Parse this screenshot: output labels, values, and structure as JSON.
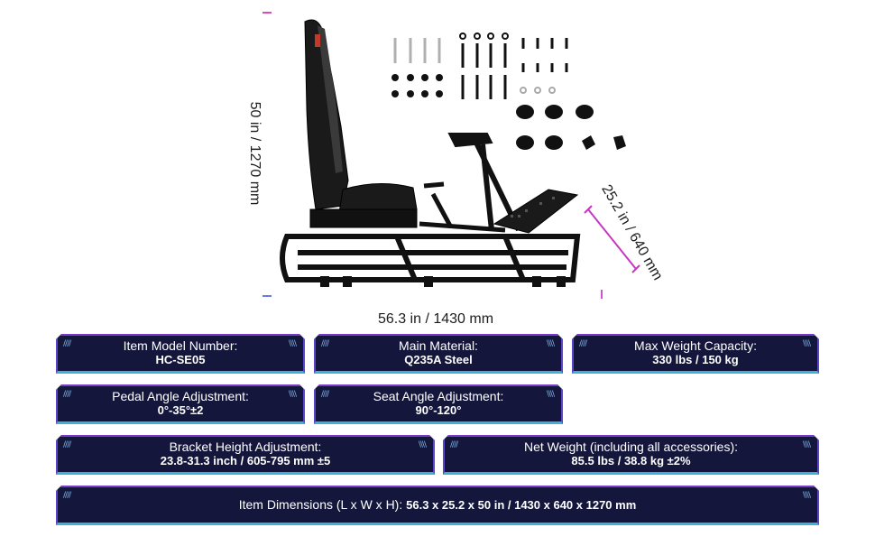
{
  "dimensions": {
    "height": "50 in / 1270 mm",
    "length": "56.3 in / 1430 mm",
    "width": "25.2 in / 640 mm"
  },
  "colors": {
    "card_bg": "#14163c",
    "card_border_top": "#7a3cc6",
    "card_border_bottom": "#3fb0d8",
    "dimension_line": "#c837c4"
  },
  "specs": [
    {
      "label": "Item Model Number:",
      "value": "HC-SE05"
    },
    {
      "label": "Main Material:",
      "value": "Q235A Steel"
    },
    {
      "label": "Max Weight Capacity:",
      "value": "330 lbs / 150 kg"
    },
    {
      "label": "Pedal Angle Adjustment:",
      "value": "0°-35°±2"
    },
    {
      "label": "Seat Angle Adjustment:",
      "value": "90°-120°"
    },
    {
      "label": "Bracket Height Adjustment:",
      "value": "23.8-31.3 inch / 605-795 mm ±5"
    },
    {
      "label": "Net Weight (including all accessories):",
      "value": "85.5 lbs / 38.8 kg ±2%"
    },
    {
      "label": "Item Dimensions (L x W x H): ",
      "value": "56.3 x 25.2 x 50 in / 1430 x 640 x 1270 mm"
    }
  ]
}
